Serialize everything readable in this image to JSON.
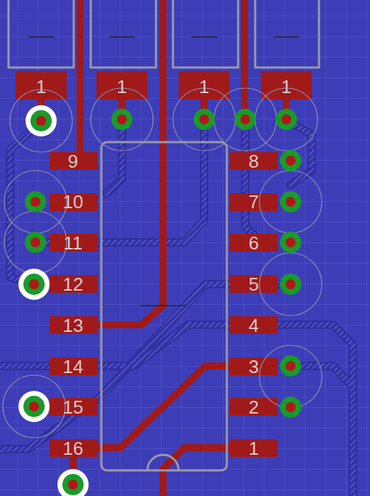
{
  "diagram": {
    "labels": [
      "1",
      "1",
      "1",
      "1",
      "9",
      "10",
      "11",
      "12",
      "13",
      "14",
      "15",
      "16",
      "8",
      "7",
      "6",
      "5",
      "4",
      "3",
      "2",
      "1"
    ]
  }
}
